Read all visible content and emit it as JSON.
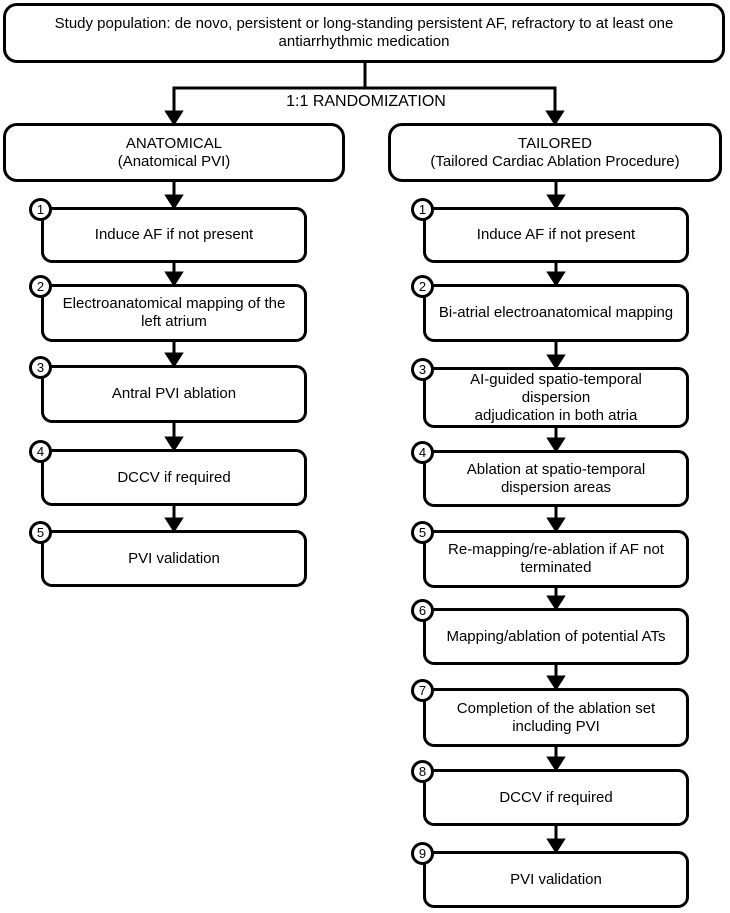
{
  "study_population": "Study population: de novo, persistent or long-standing persistent AF, refractory to at least one\nantiarrhythmic medication",
  "randomization_label": "1:1 RANDOMIZATION",
  "colors": {
    "line": "#000000",
    "box_background": "#ffffff",
    "text": "#000000"
  },
  "columns": [
    {
      "id": "anatomical",
      "header": "ANATOMICAL\n(Anatomical PVI)",
      "steps": [
        {
          "num": "1",
          "text": "Induce AF if not present"
        },
        {
          "num": "2",
          "text": "Electroanatomical mapping of the\nleft atrium"
        },
        {
          "num": "3",
          "text": "Antral PVI ablation"
        },
        {
          "num": "4",
          "text": "DCCV if required"
        },
        {
          "num": "5",
          "text": "PVI validation"
        }
      ]
    },
    {
      "id": "tailored",
      "header": "TAILORED\n(Tailored Cardiac Ablation Procedure)",
      "steps": [
        {
          "num": "1",
          "text": "Induce AF if not present"
        },
        {
          "num": "2",
          "text": "Bi-atrial electroanatomical mapping"
        },
        {
          "num": "3",
          "text": "AI-guided spatio-temporal\ndispersion\nadjudication in both atria"
        },
        {
          "num": "4",
          "text": "Ablation at spatio-temporal\ndispersion areas"
        },
        {
          "num": "5",
          "text": "Re-mapping/re-ablation if AF not\nterminated"
        },
        {
          "num": "6",
          "text": "Mapping/ablation of potential ATs"
        },
        {
          "num": "7",
          "text": "Completion of the ablation set\nincluding PVI"
        },
        {
          "num": "8",
          "text": "DCCV if required"
        },
        {
          "num": "9",
          "text": "PVI validation"
        }
      ]
    }
  ]
}
